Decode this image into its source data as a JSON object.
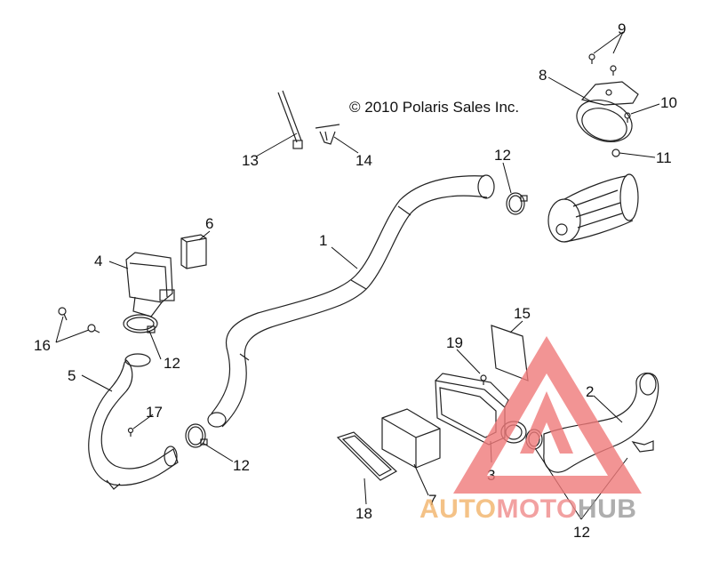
{
  "copyright": "© 2010 Polaris Sales Inc.",
  "watermark": {
    "text_auto": "AUTO",
    "text_moto": "MOTO",
    "text_hub": "HUB",
    "color_auto": "#f2b36a",
    "color_moto": "#f08a8a",
    "color_hub": "#9a9a9a",
    "triangle_color": "#f07a7a"
  },
  "callouts": {
    "c1": "1",
    "c2": "2",
    "c3": "3",
    "c4": "4",
    "c5": "5",
    "c6": "6",
    "c7": "7",
    "c8": "8",
    "c9": "9",
    "c10": "10",
    "c11": "11",
    "c12a": "12",
    "c12b": "12",
    "c12c": "12",
    "c12d": "12",
    "c13": "13",
    "c14": "14",
    "c15": "15",
    "c16": "16",
    "c17": "17",
    "c18": "18",
    "c19": "19"
  }
}
